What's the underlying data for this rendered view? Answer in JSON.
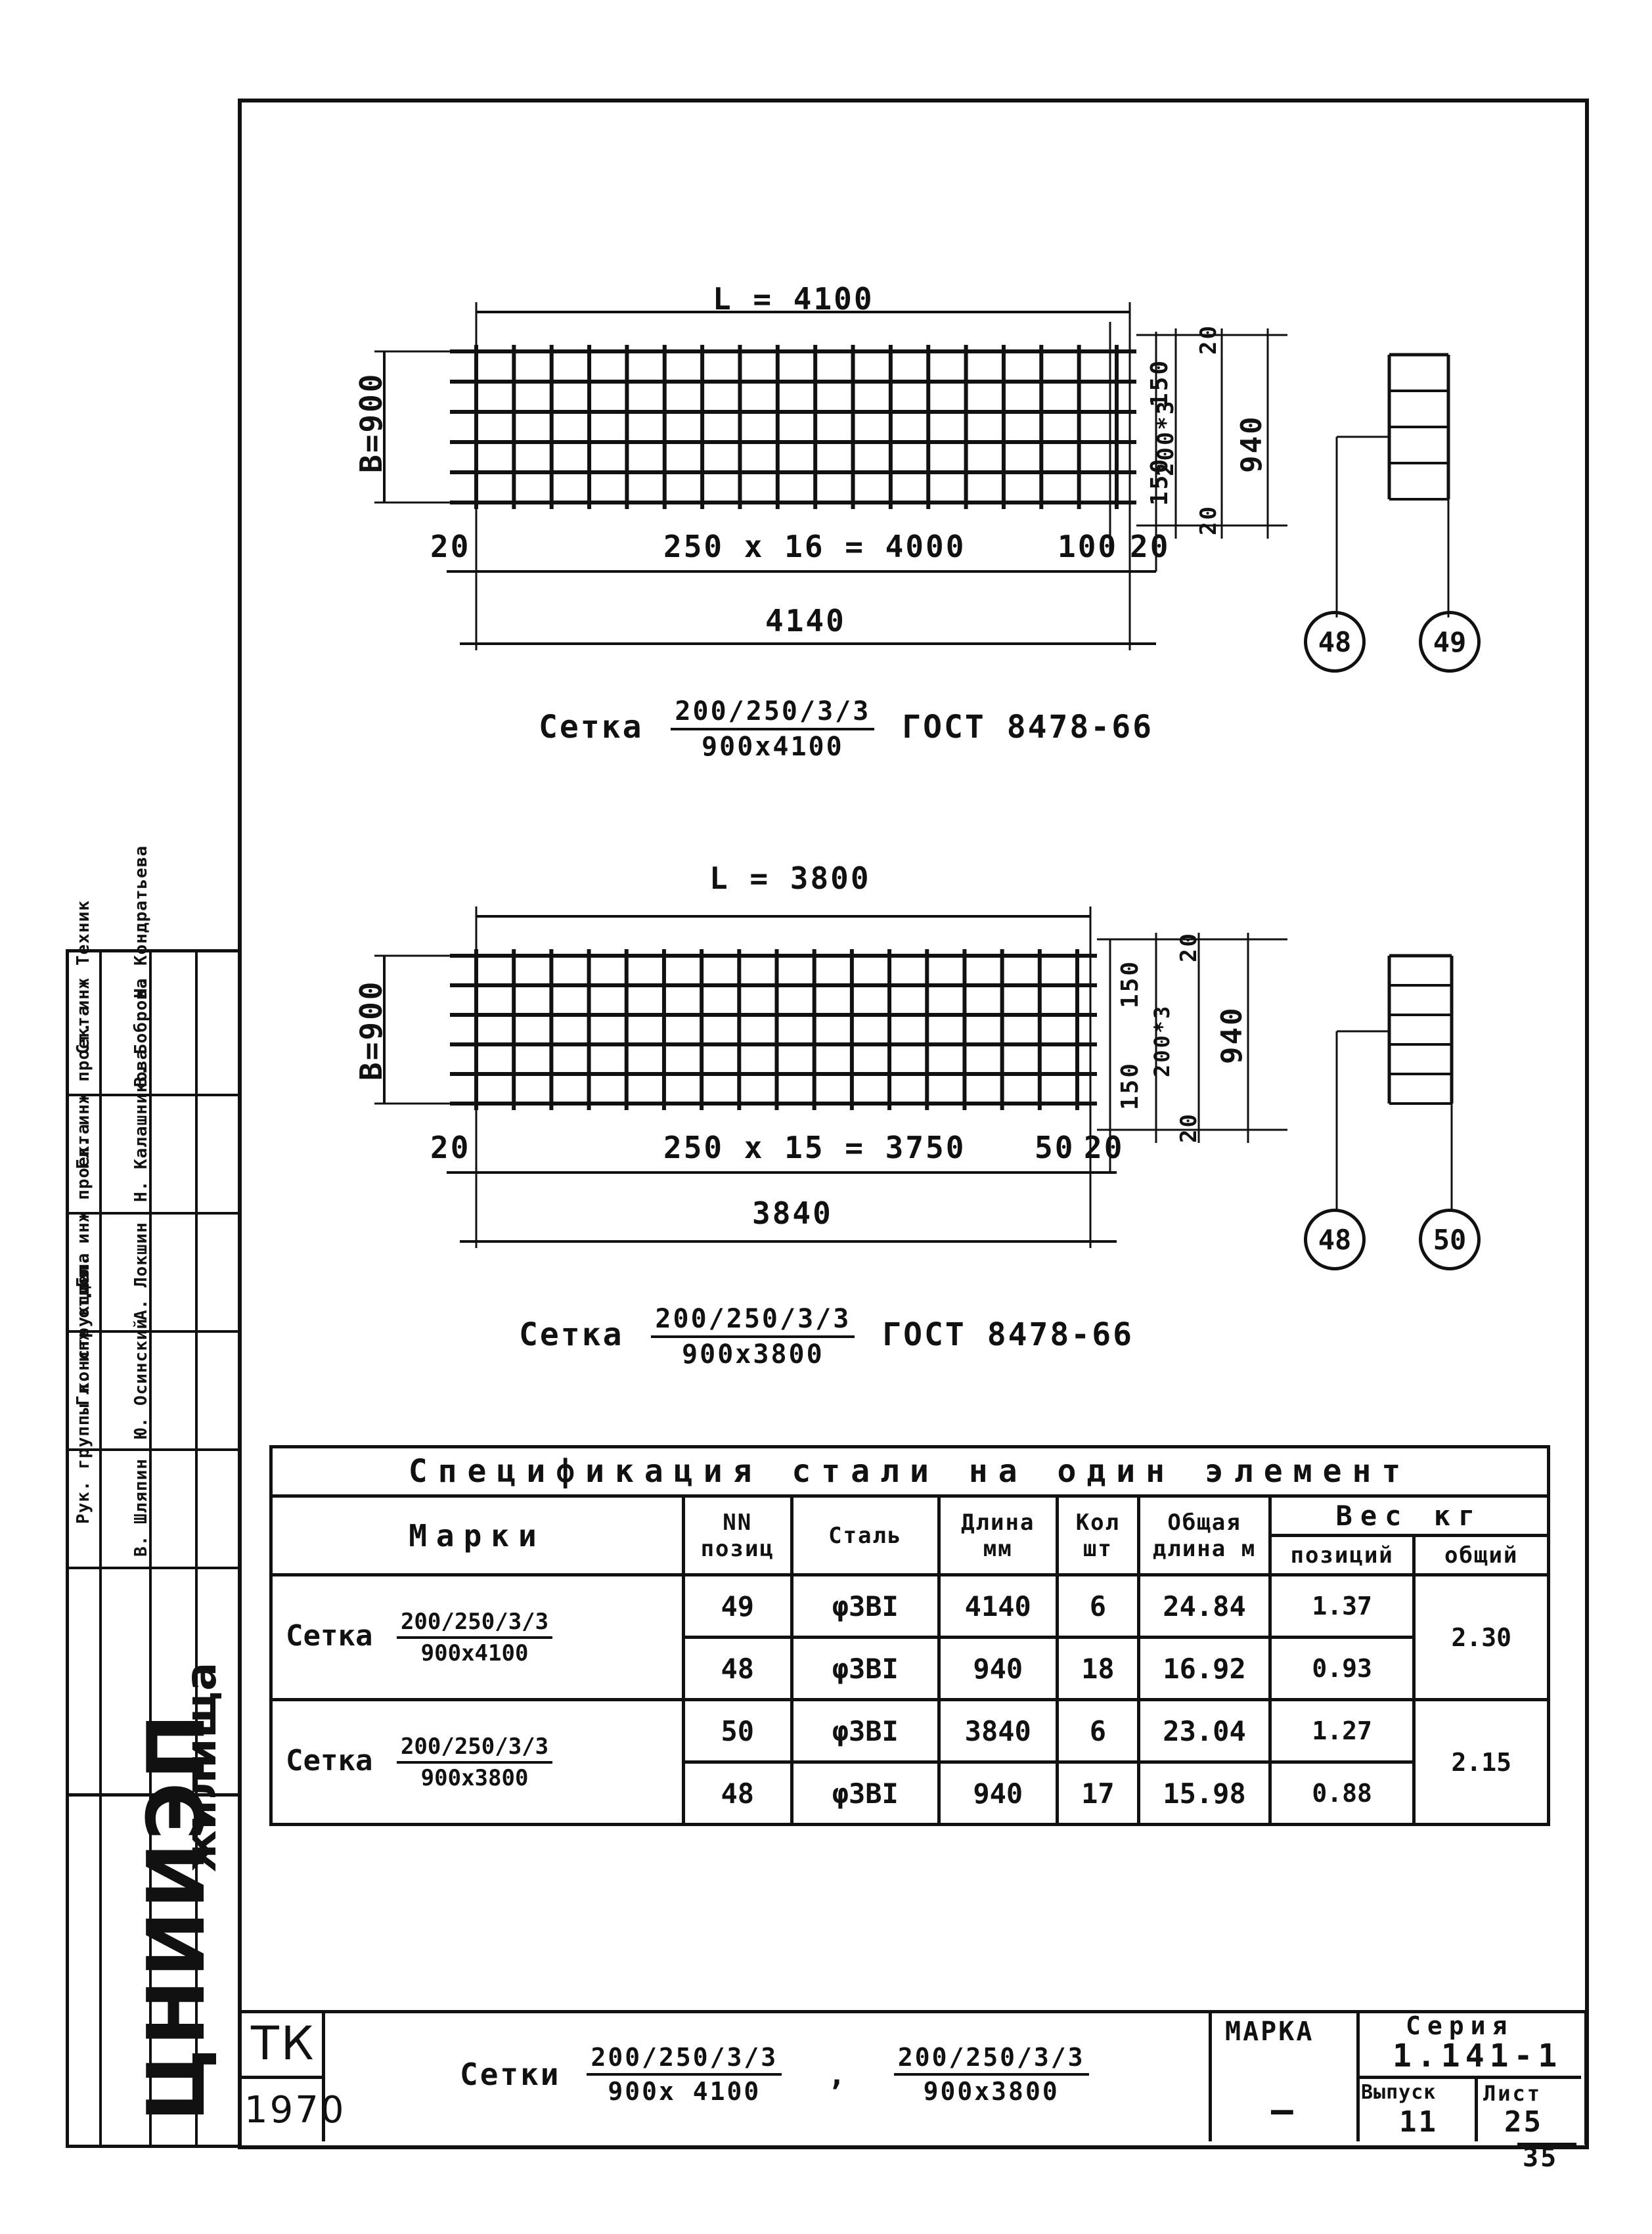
{
  "drawing1": {
    "length_label": "L = 4100",
    "width_label": "B=900",
    "left_margin": "20",
    "spacing": "250 x 16 = 4000",
    "right_gap": "100",
    "right_margin": "20",
    "total": "4140",
    "dim_150_top": "150",
    "dim_20_top": "20",
    "dim_mid": "200*3",
    "dim_150_bot": "150",
    "dim_20_bot": "20",
    "dim_940": "940",
    "pos_a": "48",
    "pos_b": "49",
    "caption_prefix": "Сетка",
    "caption_num": "200/250/3/3",
    "caption_den": "900x4100",
    "caption_suffix": "ГОСТ 8478-66"
  },
  "drawing2": {
    "length_label": "L = 3800",
    "width_label": "B=900",
    "left_margin": "20",
    "spacing": "250 x 15 = 3750",
    "right_gap": "50",
    "right_margin": "20",
    "total": "3840",
    "dim_150_top": "150",
    "dim_20_top": "20",
    "dim_mid": "200*3",
    "dim_150_bot": "150",
    "dim_20_bot": "20",
    "dim_940": "940",
    "pos_a": "48",
    "pos_b": "50",
    "caption_prefix": "Сетка",
    "caption_num": "200/250/3/3",
    "caption_den": "900x3800",
    "caption_suffix": "ГОСТ 8478-66"
  },
  "spec": {
    "title": "Спецификация стали на один элемент",
    "h_marks": "Марки",
    "h_pos": "NN позиц",
    "h_steel": "Сталь",
    "h_len": "Длина мм",
    "h_qty": "Кол шт",
    "h_total_len": "Общая длина м",
    "h_weight": "Вес кг",
    "h_w_pos": "позиций",
    "h_w_total": "общий",
    "groups": [
      {
        "prefix": "Сетка",
        "num": "200/250/3/3",
        "den": "900x4100",
        "total_weight": "2.30",
        "rows": [
          {
            "pos": "49",
            "steel": "φ3ВI",
            "len": "4140",
            "qty": "6",
            "tlen": "24.84",
            "wpos": "1.37"
          },
          {
            "pos": "48",
            "steel": "φ3ВI",
            "len": "940",
            "qty": "18",
            "tlen": "16.92",
            "wpos": "0.93"
          }
        ]
      },
      {
        "prefix": "Сетка",
        "num": "200/250/3/3",
        "den": "900x3800",
        "total_weight": "2.15",
        "rows": [
          {
            "pos": "50",
            "steel": "φ3ВI",
            "len": "3840",
            "qty": "6",
            "tlen": "23.04",
            "wpos": "1.27"
          },
          {
            "pos": "48",
            "steel": "φ3ВI",
            "len": "940",
            "qty": "17",
            "tlen": "15.98",
            "wpos": "0.88"
          }
        ]
      }
    ]
  },
  "side": {
    "org": "ЦНИИЭП",
    "org2": "жилища",
    "roles": [
      "Рук. группы конструкции",
      "Гл. инж отдела",
      "Гл. инж проекта",
      "Гл. инж проекта",
      "Ст. инж",
      "Техник"
    ],
    "names": [
      "В. Шляпин",
      "Ю. Осинский",
      "А. Локшин",
      "Н. Калашникова",
      "В. Боброва",
      "Н. Кондратьева"
    ]
  },
  "titleblock": {
    "tk": "ТК",
    "year": "1970",
    "prefix": "Сетки",
    "num1": "200/250/3/3",
    "den1": "900x 4100",
    "sep": ",",
    "num2": "200/250/3/3",
    "den2": "900x3800",
    "marka_label": "МАРКА",
    "marka_value": "—",
    "series_label": "Серия",
    "series_value": "1.141-1",
    "issue_label": "Выпуск",
    "issue_value": "11",
    "sheet_label": "Лист",
    "sheet_value": "25"
  },
  "page_number": "35"
}
